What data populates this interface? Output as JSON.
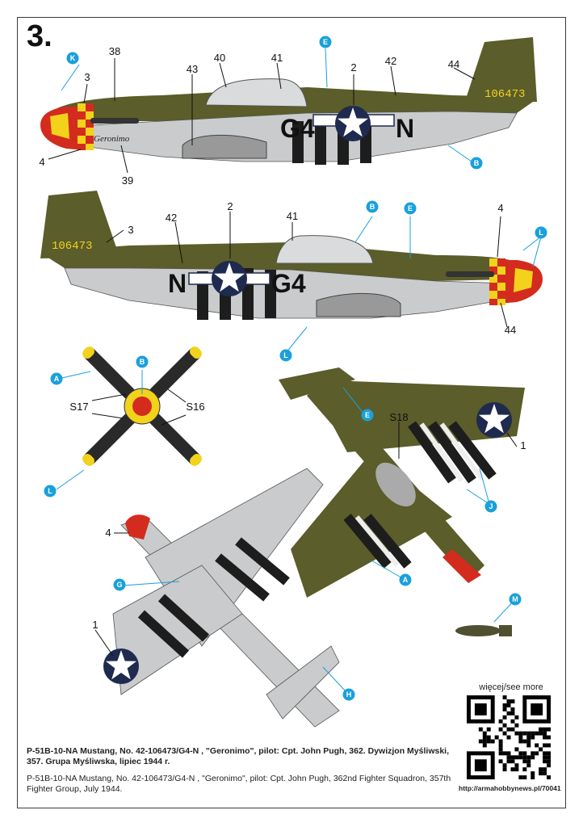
{
  "plate": {
    "number": "3."
  },
  "serial": "106473",
  "codes": {
    "left": "G4",
    "right": "N"
  },
  "nose_name": "Geronimo",
  "callouts": {
    "numeric": [
      "38",
      "3",
      "4",
      "39",
      "43",
      "40",
      "41",
      "2",
      "42",
      "44",
      "42",
      "2",
      "41",
      "3",
      "4",
      "44",
      "S17",
      "S16",
      "S18",
      "1",
      "4",
      "1"
    ],
    "letters": [
      "K",
      "E",
      "B",
      "B",
      "E",
      "L",
      "B",
      "A",
      "L",
      "L",
      "E",
      "J",
      "A",
      "G",
      "M",
      "H"
    ]
  },
  "captions": {
    "pl": "P-51B-10-NA Mustang, No. 42-106473/G4-N , \"Geronimo\", pilot: Cpt. John Pugh, 362. Dywizjon Myśliwski, 357. Grupa Myśliwska, lipiec 1944 r.",
    "en": "P-51B-10-NA Mustang, No. 42-106473/G4-N , \"Geronimo\", pilot: Cpt. John Pugh, 362nd Fighter Squadron, 357th Fighter Group, July 1944."
  },
  "more": {
    "label": "więcej/see more",
    "url": "http://armahobbynews.pl/70041"
  },
  "colors": {
    "olive": "#5b5d2a",
    "grey": "#c9cbcd",
    "callout": "#1aa0dc",
    "yellow": "#f2d21b",
    "red": "#d42b1f",
    "navy": "#1f2a4f"
  }
}
